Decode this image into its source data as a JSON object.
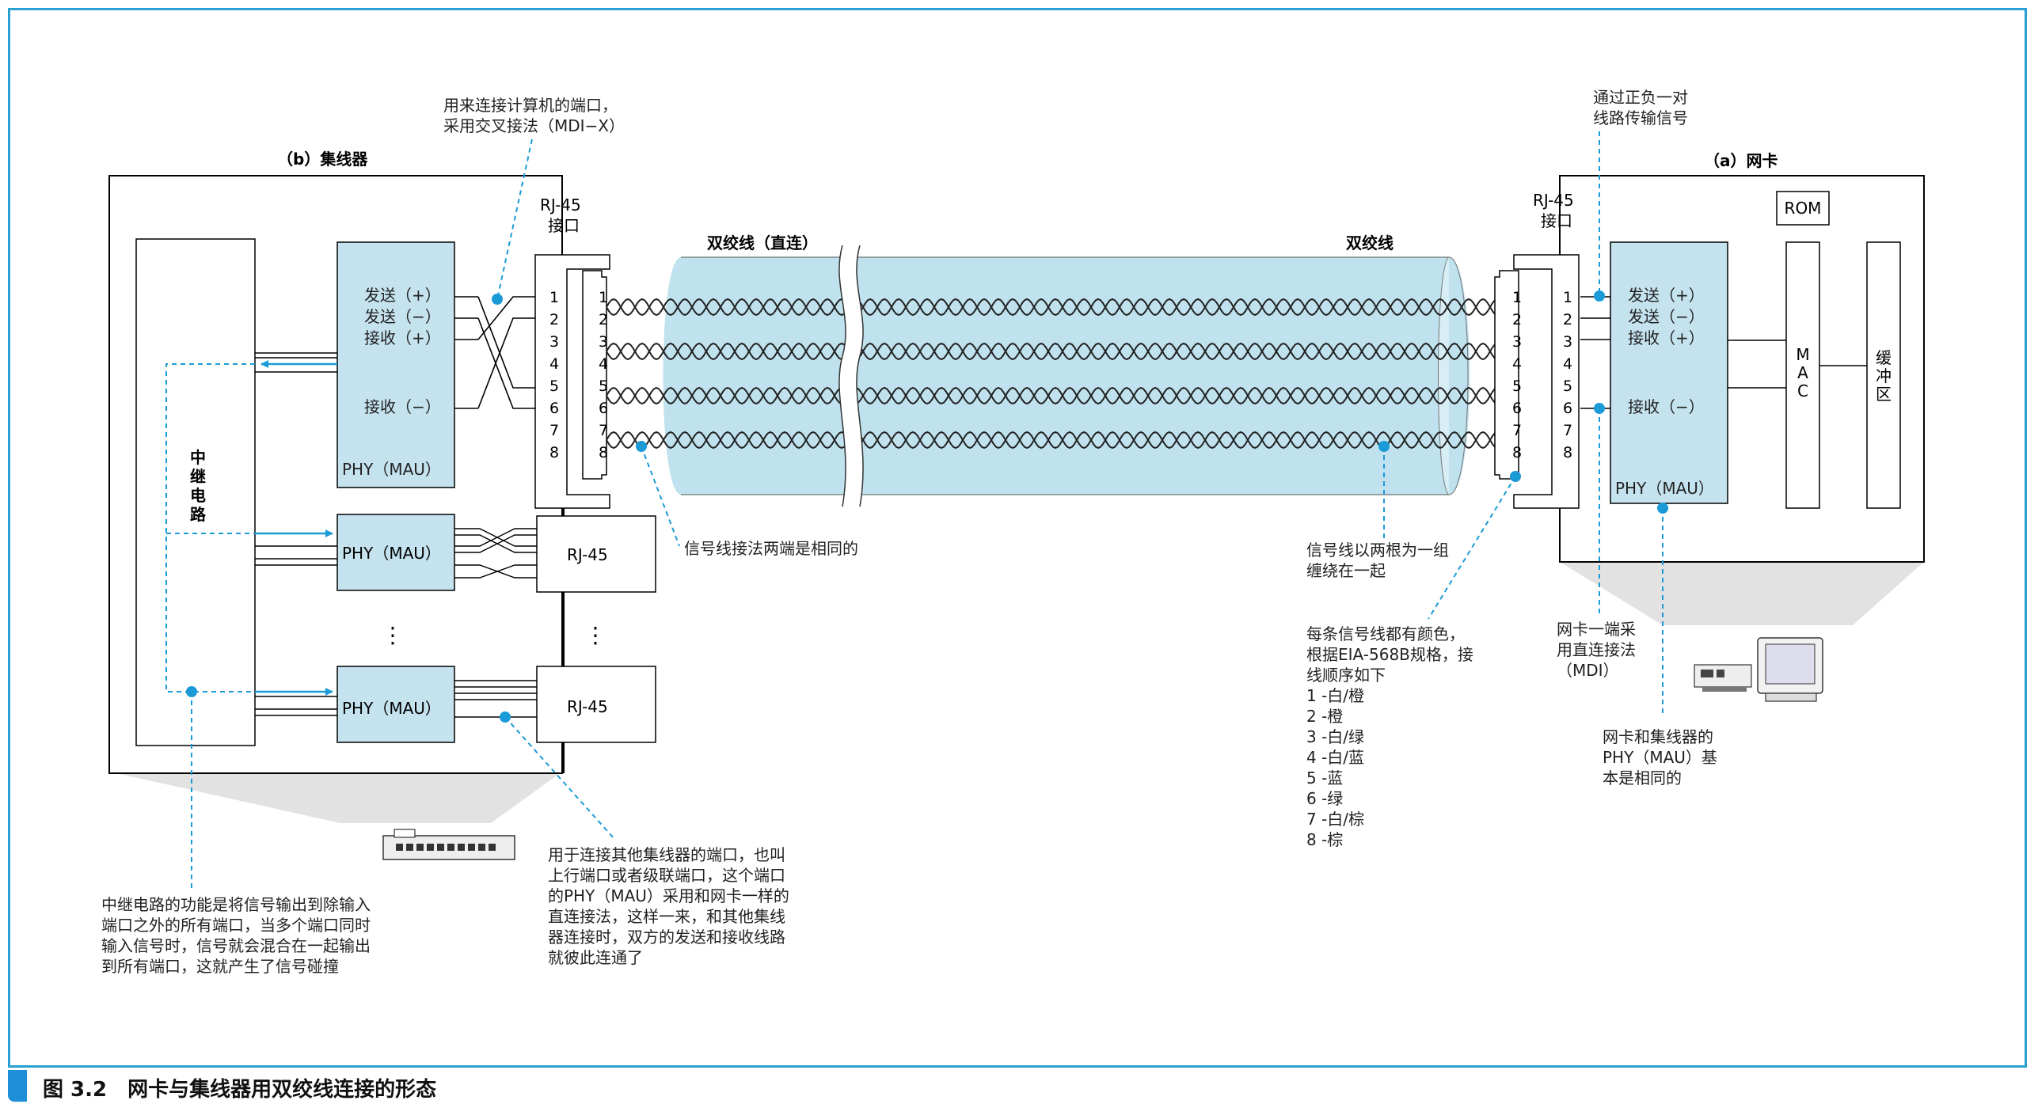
{
  "caption": "图 3.2　网卡与集线器用双绞线连接的形态",
  "hub": {
    "title": "（b）集线器",
    "repeater": "中继电路",
    "repeater_chars": [
      "中",
      "继",
      "电",
      "路"
    ],
    "phy_main": "PHY（MAU）",
    "phy_2": "PHY（MAU）",
    "phy_3": "PHY（MAU）",
    "rj45_label": "RJ-45",
    "jack_label": "RJ-45\n接口",
    "send_pos": "发送（+）",
    "send_neg": "发送（−）",
    "recv_pos": "接收（+）",
    "recv_neg": "接收（−）",
    "pins": [
      "1",
      "2",
      "3",
      "4",
      "5",
      "6",
      "7",
      "8"
    ],
    "ellipsis": "⋮"
  },
  "nic": {
    "title": "（a）网卡",
    "rom": "ROM",
    "mac_chars": [
      "M",
      "A",
      "C"
    ],
    "buffer_chars": [
      "缓",
      "冲",
      "区"
    ],
    "phy": "PHY（MAU）",
    "jack_label": "RJ-45\n接口",
    "send_pos": "发送（+）",
    "send_neg": "发送（−）",
    "recv_pos": "接收（+）",
    "recv_neg": "接收（−）"
  },
  "cable": {
    "label_left": "双绞线（直连）",
    "label_right": "双绞线"
  },
  "annotations": {
    "mdix": "用来连接计算机的端口，\n采用交叉接法（MDI−X）",
    "signal_pair": "通过正负一对\n线路传输信号",
    "same_ends": "信号线接法两端是相同的",
    "twisted": "信号线以两根为一组\n缠绕在一起",
    "colors": "每条信号线都有颜色，\n根据EIA-568B规格，接\n线顺序如下\n1 -白/橙\n2 -橙\n3 -白/绿\n4 -白/蓝\n5 -蓝\n6 -绿\n7 -白/棕\n8 -棕",
    "mdi": "网卡一端采\n用直连接法\n（MDI）",
    "phy_same": "网卡和集线器的\nPHY（MAU）基\n本是相同的",
    "uplink": "用于连接其他集线器的端口，也叫\n上行端口或者级联端口，这个端口\n的PHY（MAU）采用和网卡一样的\n直连接法，这样一来，和其他集线\n器连接时，双方的发送和接收线路\n就彼此连通了",
    "repeater_note": "中继电路的功能是将信号输出到除输入\n端口之外的所有端口，当多个端口同时\n输入信号时，信号就会混合在一起输出\n到所有端口，这就产生了信号碰撞"
  },
  "colors": {
    "accent": "#1a9ad6",
    "phy_fill": "#c5e3ef",
    "cable_fill": "#bfe2ee",
    "shadow": "#e2e2e2"
  }
}
